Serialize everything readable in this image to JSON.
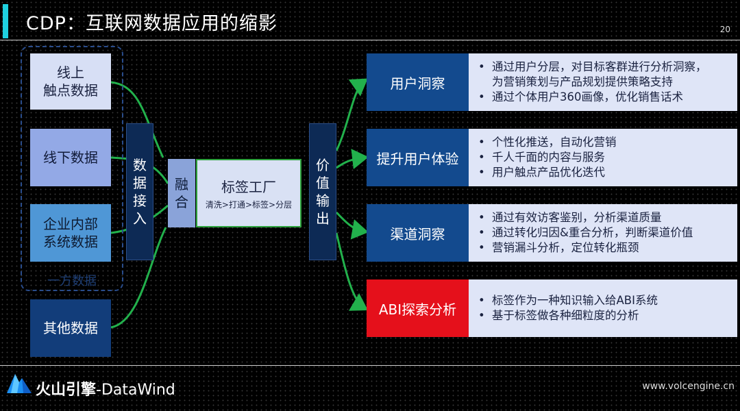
{
  "title": "CDP：互联网数据应用的缩影",
  "page_number": "20",
  "sources": [
    {
      "line1": "线上",
      "line2": "触点数据"
    },
    {
      "line1": "线下数据",
      "line2": ""
    },
    {
      "line1": "企业内部",
      "line2": "系统数据"
    },
    {
      "line1": "其他数据",
      "line2": ""
    }
  ],
  "first_party_label": "一方数据",
  "access_label": [
    "数",
    "据",
    "接",
    "入"
  ],
  "fusion_label": [
    "融",
    "合"
  ],
  "factory": {
    "title": "标签工厂",
    "subtitle": "清洗>打通>标签>分层"
  },
  "output_label": [
    "价",
    "值",
    "输",
    "出"
  ],
  "outputs": [
    {
      "label": "用户洞察",
      "color": "#134a8e",
      "bullets": [
        "通过用户分层，对目标客群进行分析洞察，",
        "为营销策划与产品规划提供策略支持",
        "通过个体用户360画像，优化销售话术"
      ],
      "bullet_marks": [
        true,
        false,
        true
      ]
    },
    {
      "label": "提升用户体验",
      "color": "#134a8e",
      "bullets": [
        "个性化推送，自动化营销",
        "千人千面的内容与服务",
        "用户触点产品优化迭代"
      ],
      "bullet_marks": [
        true,
        true,
        true
      ]
    },
    {
      "label": "渠道洞察",
      "color": "#134a8e",
      "bullets": [
        "通过有效访客鉴别，分析渠道质量",
        "通过转化归因&重合分析，判断渠道价值",
        "营销漏斗分析，定位转化瓶颈"
      ],
      "bullet_marks": [
        true,
        true,
        true
      ]
    },
    {
      "label": "ABI探索分析",
      "color": "#e5101b",
      "bullets": [
        "标签作为一种知识输入给ABI系统",
        "基于标签做各种细粒度的分析"
      ],
      "bullet_marks": [
        true,
        true
      ]
    }
  ],
  "logo": {
    "brand": "火山引擎",
    "product": "-DataWind"
  },
  "url": "www.volcengine.cn",
  "colors": {
    "accent": "#1fd1e0",
    "connector": "#22b14c",
    "highlight": "#e5101b"
  }
}
